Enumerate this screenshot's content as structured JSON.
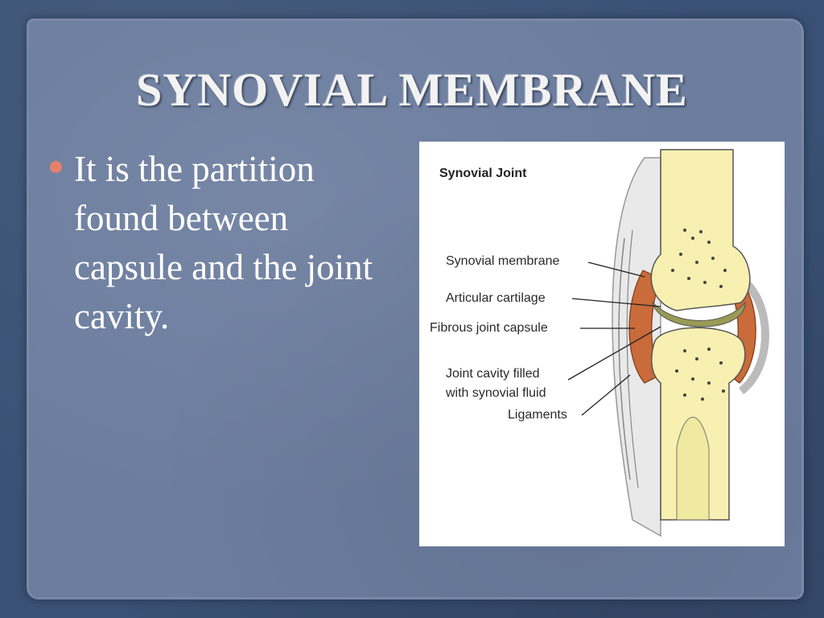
{
  "slide": {
    "title": "SYNOVIAL MEMBRANE",
    "bullet": "It is the partition found between capsule and the joint cavity."
  },
  "figure": {
    "title": "Synovial Joint",
    "labels": {
      "synovial_membrane": "Synovial membrane",
      "articular_cartilage": "Articular cartilage",
      "fibrous_capsule": "Fibrous joint capsule",
      "joint_cavity_line1": "Joint cavity filled",
      "joint_cavity_line2": "with synovial fluid",
      "ligaments": "Ligaments"
    }
  },
  "colors": {
    "bullet": "#e5806c",
    "bone": "#f7f0b0",
    "cartilage": "#9a9a55",
    "membrane": "#c96b3a"
  }
}
